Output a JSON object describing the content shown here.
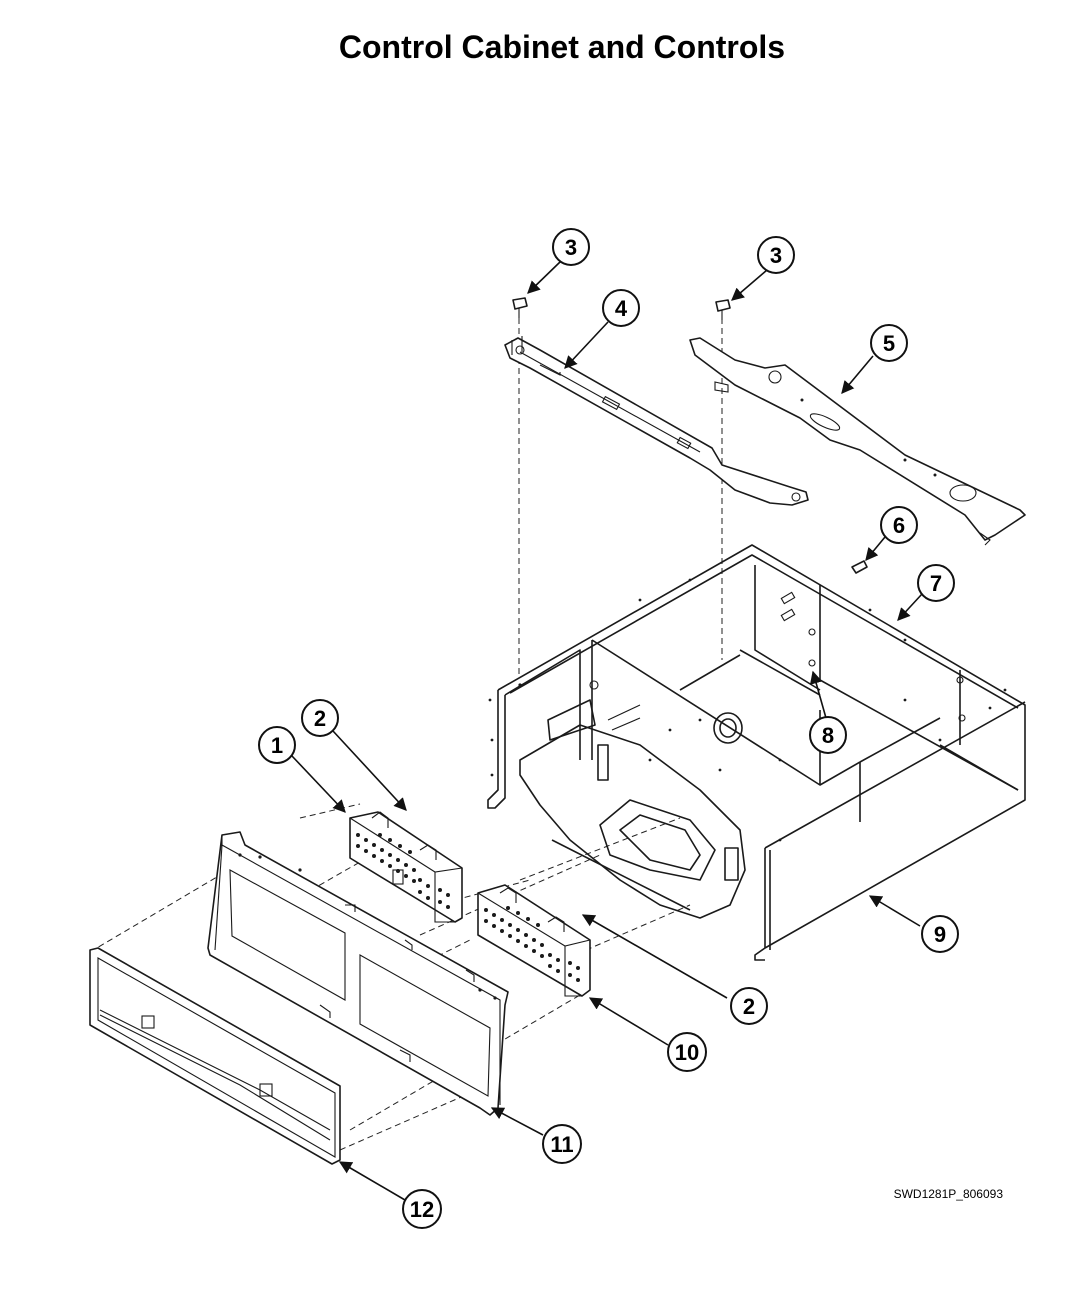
{
  "title": "Control Cabinet and Controls",
  "drawing_code": "SWD1281P_806093",
  "callouts": [
    {
      "id": "c1",
      "label": "1"
    },
    {
      "id": "c2a",
      "label": "2"
    },
    {
      "id": "c2b",
      "label": "2"
    },
    {
      "id": "c3a",
      "label": "3"
    },
    {
      "id": "c3b",
      "label": "3"
    },
    {
      "id": "c4",
      "label": "4"
    },
    {
      "id": "c5",
      "label": "5"
    },
    {
      "id": "c6",
      "label": "6"
    },
    {
      "id": "c7",
      "label": "7"
    },
    {
      "id": "c8",
      "label": "8"
    },
    {
      "id": "c9",
      "label": "9"
    },
    {
      "id": "c10",
      "label": "10"
    },
    {
      "id": "c11",
      "label": "11"
    },
    {
      "id": "c12",
      "label": "12"
    }
  ]
}
